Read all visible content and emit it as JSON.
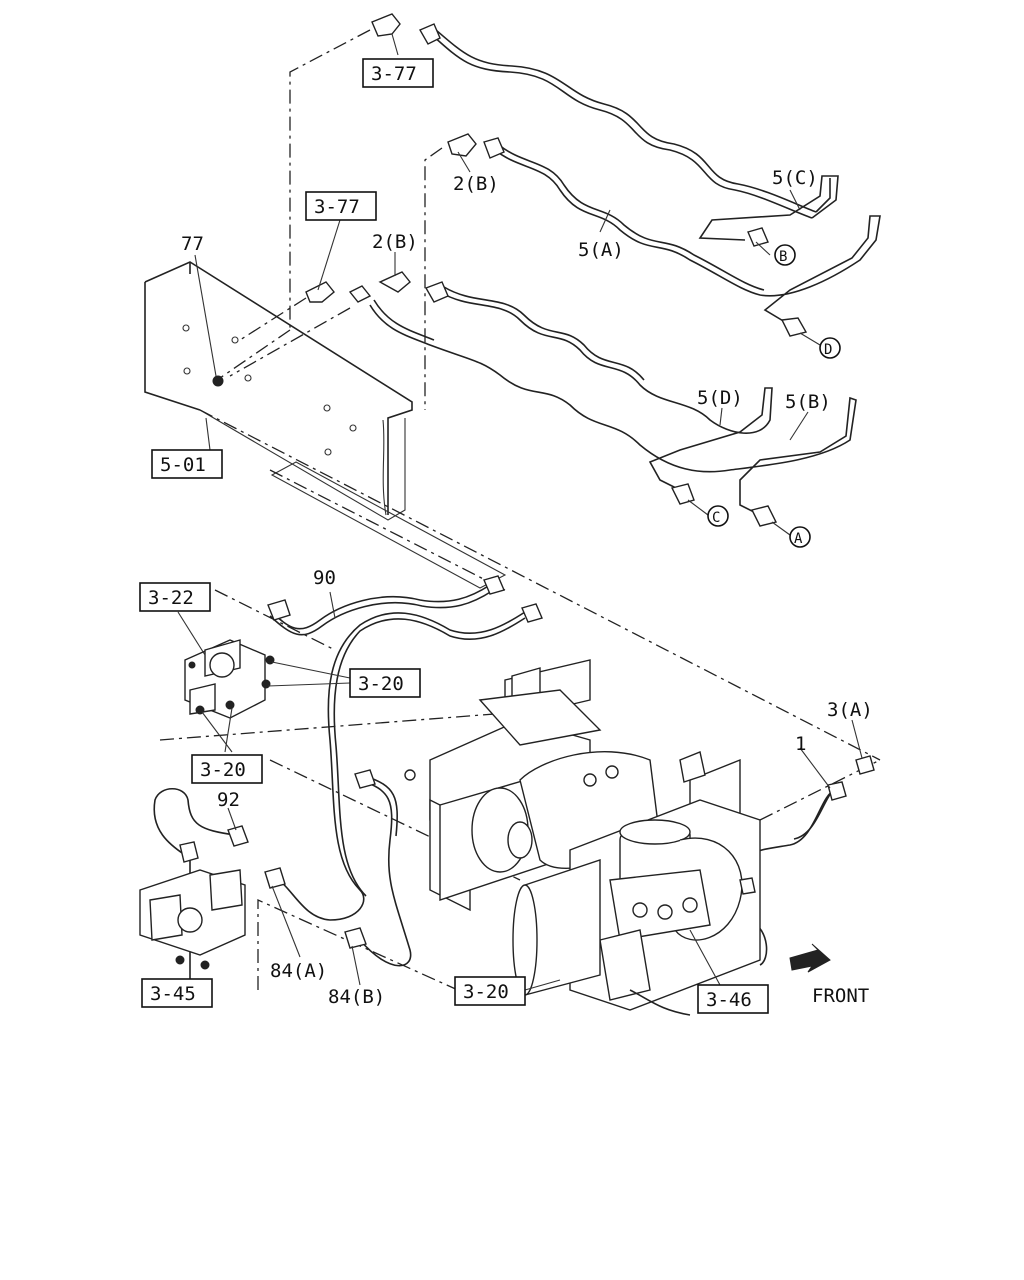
{
  "refs": {
    "r_3_77_top": "3-77",
    "r_3_77_mid": "3-77",
    "r_5_01": "5-01",
    "r_3_22": "3-22",
    "r_3_20_a": "3-20",
    "r_3_20_b": "3-20",
    "r_3_45": "3-45",
    "r_3_20_c": "3-20",
    "r_3_46": "3-46"
  },
  "labels": {
    "p77": "77",
    "p2b_top": "2(B)",
    "p2b_mid": "2(B)",
    "p5a": "5(A)",
    "p5c": "5(C)",
    "p5d": "5(D)",
    "p5b": "5(B)",
    "p90": "90",
    "p3a": "3(A)",
    "p1": "1",
    "p92": "92",
    "p84a": "84(A)",
    "p84b": "84(B)",
    "front": "FRONT"
  },
  "circles": {
    "A": "A",
    "B": "B",
    "C": "C",
    "D": "D"
  }
}
